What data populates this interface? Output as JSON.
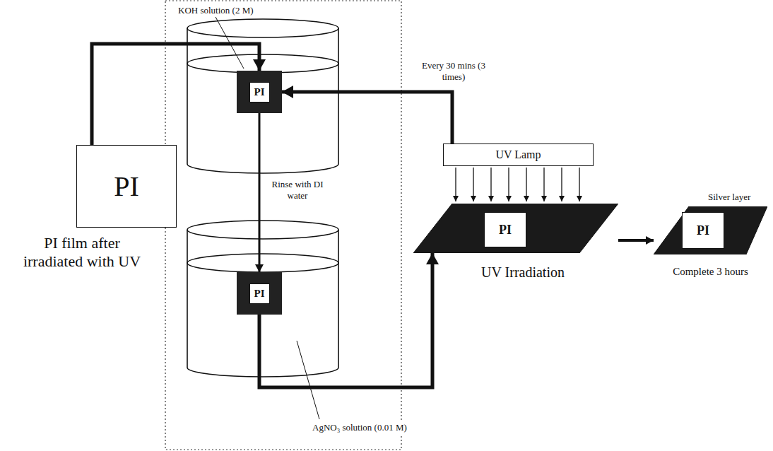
{
  "diagram": {
    "nodes": [
      {
        "text": [
          "PI",
          "PI film after irradiated with UV"
        ]
      },
      {
        "text": [
          "PI"
        ]
      },
      {
        "text": [
          "PI"
        ]
      },
      {
        "text": [
          "UV Lamp"
        ]
      },
      {
        "text": [
          "UV Irradiation"
        ]
      },
      {
        "text": [
          "PI"
        ],
        "in": 4
      },
      {
        "text": [
          "Complete 3 hours"
        ]
      },
      {
        "text": [
          "PI"
        ],
        "in": 6
      }
    ],
    "edges": [
      {
        "from": 0,
        "to": 1,
        "arrow": "to"
      },
      {
        "from": 1,
        "to": 2,
        "arrow": "to",
        "label": "Rinse with DI water"
      },
      {
        "from": 2,
        "to": 4,
        "arrow": "to"
      },
      {
        "from": 3,
        "to": 1,
        "arrow": "to",
        "label": "Every 30 mins (3 times)"
      },
      {
        "from": 4,
        "to": 6,
        "arrow": "to"
      }
    ],
    "labels": [
      "KOH solution (2 M)",
      "AgNO₃ solution (0.01 M)",
      "Silver layer"
    ]
  }
}
